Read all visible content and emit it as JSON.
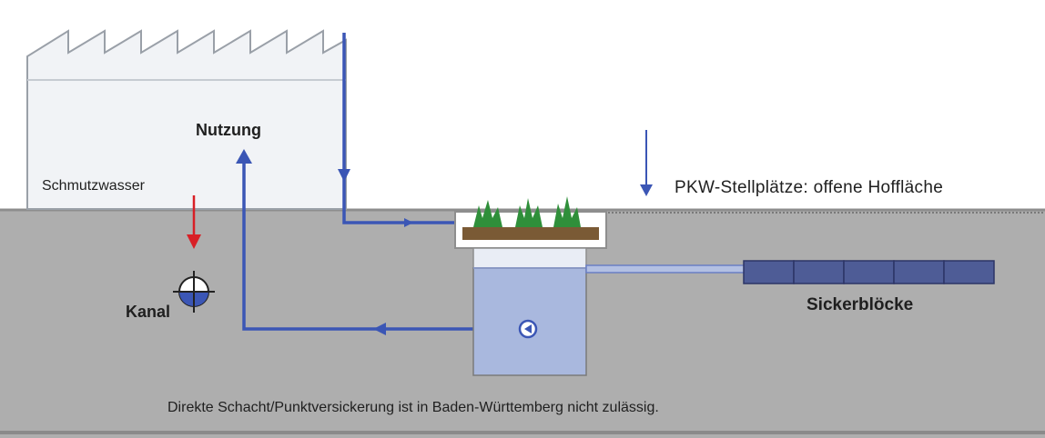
{
  "labels": {
    "nutzung": "Nutzung",
    "schmutzwasser": "Schmutzwasser",
    "kanal": "Kanal",
    "parking": "PKW-Stellplätze: offene Hoffläche",
    "sickerbloecke": "Sickerblöcke",
    "footnote": "Direkte Schacht/Punktversickerung ist in Baden-Württemberg nicht zulässig."
  },
  "colors": {
    "ground": "#aeaeae",
    "ground_line": "#8d8d8d",
    "building_fill": "#f1f3f6",
    "building_stroke": "#9aa0a8",
    "pipe_blue": "#3b56b5",
    "wastewater_red": "#d81f26",
    "soil": "#7a5a35",
    "plant_green": "#2f8f3a",
    "shaft_water": "#a9b8de",
    "shaft_top": "#e9edf5",
    "blocks": "#4e5c96"
  }
}
